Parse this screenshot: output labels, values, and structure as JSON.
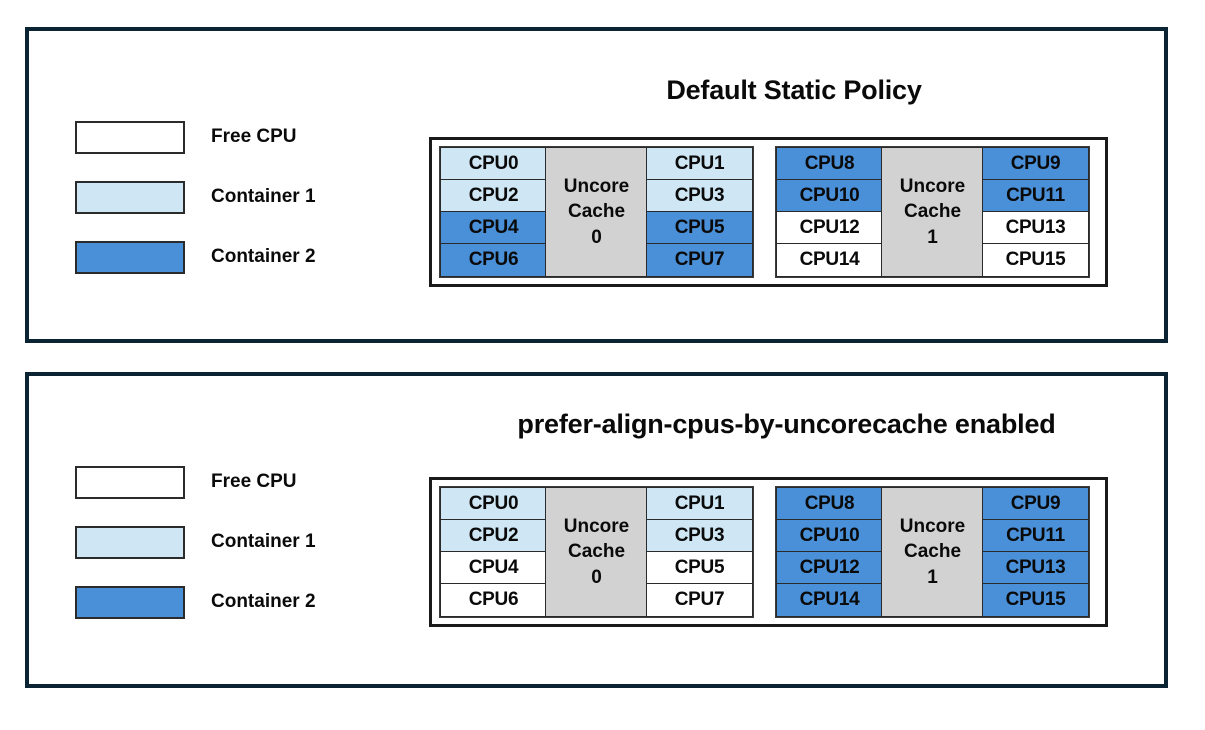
{
  "legend": {
    "items": [
      {
        "label": "Free CPU",
        "fill": "#ffffff",
        "kind": "free"
      },
      {
        "label": "Container 1",
        "fill": "#cfe7f5",
        "kind": "container1"
      },
      {
        "label": "Container 2",
        "fill": "#4a90d9",
        "kind": "container2"
      }
    ]
  },
  "colors": {
    "free": "#ffffff",
    "container1": "#cfe7f5",
    "container2": "#4a90d9",
    "uncore_cache": "#d2d2d2",
    "panel_border": "#0b2433",
    "cell_border": "#2a2a2a",
    "text": "#0a0a0a"
  },
  "panels": [
    {
      "title": "Default Static Policy",
      "sockets": [
        {
          "uncore_label_line1": "Uncore",
          "uncore_label_line2": "Cache",
          "uncore_label_line3": "0",
          "left_column": [
            {
              "label": "CPU0",
              "kind": "container1"
            },
            {
              "label": "CPU2",
              "kind": "container1"
            },
            {
              "label": "CPU4",
              "kind": "container2"
            },
            {
              "label": "CPU6",
              "kind": "container2"
            }
          ],
          "right_column": [
            {
              "label": "CPU1",
              "kind": "container1"
            },
            {
              "label": "CPU3",
              "kind": "container1"
            },
            {
              "label": "CPU5",
              "kind": "container2"
            },
            {
              "label": "CPU7",
              "kind": "container2"
            }
          ]
        },
        {
          "uncore_label_line1": "Uncore",
          "uncore_label_line2": "Cache",
          "uncore_label_line3": "1",
          "left_column": [
            {
              "label": "CPU8",
              "kind": "container2"
            },
            {
              "label": "CPU10",
              "kind": "container2"
            },
            {
              "label": "CPU12",
              "kind": "free"
            },
            {
              "label": "CPU14",
              "kind": "free"
            }
          ],
          "right_column": [
            {
              "label": "CPU9",
              "kind": "container2"
            },
            {
              "label": "CPU11",
              "kind": "container2"
            },
            {
              "label": "CPU13",
              "kind": "free"
            },
            {
              "label": "CPU15",
              "kind": "free"
            }
          ]
        }
      ]
    },
    {
      "title": "prefer-align-cpus-by-uncorecache enabled",
      "sockets": [
        {
          "uncore_label_line1": "Uncore",
          "uncore_label_line2": "Cache",
          "uncore_label_line3": "0",
          "left_column": [
            {
              "label": "CPU0",
              "kind": "container1"
            },
            {
              "label": "CPU2",
              "kind": "container1"
            },
            {
              "label": "CPU4",
              "kind": "free"
            },
            {
              "label": "CPU6",
              "kind": "free"
            }
          ],
          "right_column": [
            {
              "label": "CPU1",
              "kind": "container1"
            },
            {
              "label": "CPU3",
              "kind": "container1"
            },
            {
              "label": "CPU5",
              "kind": "free"
            },
            {
              "label": "CPU7",
              "kind": "free"
            }
          ]
        },
        {
          "uncore_label_line1": "Uncore",
          "uncore_label_line2": "Cache",
          "uncore_label_line3": "1",
          "left_column": [
            {
              "label": "CPU8",
              "kind": "container2"
            },
            {
              "label": "CPU10",
              "kind": "container2"
            },
            {
              "label": "CPU12",
              "kind": "container2"
            },
            {
              "label": "CPU14",
              "kind": "container2"
            }
          ],
          "right_column": [
            {
              "label": "CPU9",
              "kind": "container2"
            },
            {
              "label": "CPU11",
              "kind": "container2"
            },
            {
              "label": "CPU13",
              "kind": "container2"
            },
            {
              "label": "CPU15",
              "kind": "container2"
            }
          ]
        }
      ]
    }
  ]
}
